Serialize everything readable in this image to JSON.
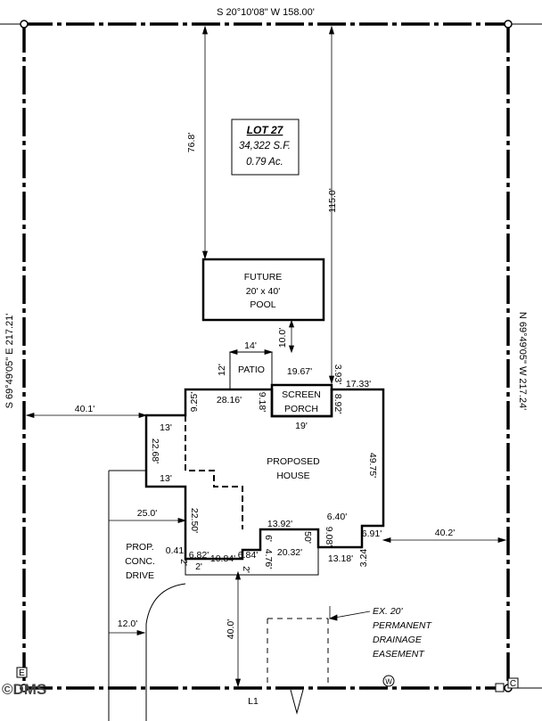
{
  "boundaries": {
    "top": "S 20°10'08\" W  158.00'",
    "left": "S 69°49'05\" E  217.21'",
    "right": "N 69°49'05\" W  217.24'"
  },
  "lot": {
    "title": "LOT 27",
    "area_sf": "34,322 S.F.",
    "area_ac": "0.79 Ac."
  },
  "pool": {
    "line1": "FUTURE",
    "line2": "20' x 40'",
    "line3": "POOL"
  },
  "patio": {
    "label": "PATIO"
  },
  "screen_porch": {
    "line1": "SCREEN",
    "line2": "PORCH"
  },
  "house": {
    "line1": "PROPOSED",
    "line2": "HOUSE"
  },
  "drive": {
    "line1": "PROP.",
    "line2": "CONC.",
    "line3": "DRIVE"
  },
  "easement": {
    "line1": "EX. 20'",
    "line2": "PERMANENT",
    "line3": "DRAINAGE",
    "line4": "EASEMENT"
  },
  "dimensions": {
    "d76_8": "76.8'",
    "d115_0": "115.0'",
    "d10_0": "10.0'",
    "d14": "14'",
    "d12": "12'",
    "d19_67": "19.67'",
    "d3_93": "3.93'",
    "d17_33": "17.33'",
    "d9_25": "9.25'",
    "d28_16": "28.16'",
    "d9_18": "9.18'",
    "d8_92": "8.92'",
    "d19": "19'",
    "d40_1": "40.1'",
    "d13a": "13'",
    "d22_68": "22.68'",
    "d13b": "13'",
    "d49_75": "49.75'",
    "d25_0": "25.0'",
    "d22_50": "22.50'",
    "d13_92": "13.92'",
    "d6_40": "6.40'",
    "d6": "6'",
    "d50": "50'",
    "d9_08": "9.08'",
    "d6_91": "6.91'",
    "d40_2": "40.2'",
    "d0_41": "0.41",
    "d6_82": "6.82'",
    "d10_84": "10.84'",
    "d6_84": "6.84'",
    "d20_32": "20.32'",
    "d4_76": "4.76'",
    "d13_18": "13.18'",
    "d3_24": "3.24'",
    "d2a": "2'",
    "d2b": "2'",
    "d2c": "2'",
    "d12_0": "12.0'",
    "d40_0": "40.0'"
  },
  "markers": {
    "left_box": "E",
    "right_box": "C",
    "circle": "W",
    "line_label": "L1"
  },
  "watermark": "©DMS"
}
